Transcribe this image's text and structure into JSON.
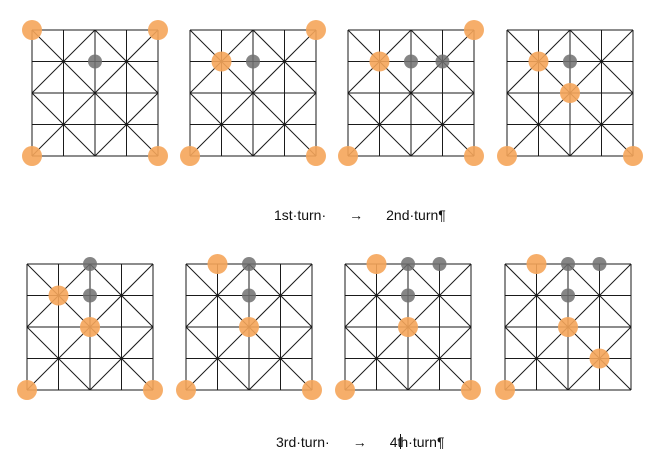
{
  "colors": {
    "orange_piece": "#F5A55A",
    "gray_piece": "#707070",
    "grid_line": "#1a1a1a",
    "text": "#111111"
  },
  "captions": {
    "row1": {
      "left": "1st·turn·",
      "arrow": "→",
      "right": "2nd·turn¶"
    },
    "row2": {
      "left": "3rd·turn·",
      "arrow": "→",
      "right_a": "4t",
      "right_b": "h·turn¶"
    }
  },
  "boards": [
    {
      "orange": [
        [
          0,
          0
        ],
        [
          4,
          0
        ],
        [
          0,
          4
        ],
        [
          4,
          4
        ]
      ],
      "gray": [
        [
          2,
          1
        ]
      ]
    },
    {
      "orange": [
        [
          1,
          1
        ],
        [
          4,
          0
        ],
        [
          0,
          4
        ],
        [
          4,
          4
        ]
      ],
      "gray": [
        [
          2,
          1
        ]
      ]
    },
    {
      "orange": [
        [
          1,
          1
        ],
        [
          4,
          0
        ],
        [
          0,
          4
        ],
        [
          4,
          4
        ]
      ],
      "gray": [
        [
          2,
          1
        ],
        [
          3,
          1
        ]
      ]
    },
    {
      "orange": [
        [
          1,
          1
        ],
        [
          2,
          2
        ],
        [
          0,
          4
        ],
        [
          4,
          4
        ]
      ],
      "gray": [
        [
          2,
          1
        ]
      ]
    },
    {
      "orange": [
        [
          1,
          1
        ],
        [
          2,
          2
        ],
        [
          0,
          4
        ],
        [
          4,
          4
        ]
      ],
      "gray": [
        [
          2,
          0
        ],
        [
          2,
          1
        ]
      ]
    },
    {
      "orange": [
        [
          1,
          0
        ],
        [
          2,
          2
        ],
        [
          0,
          4
        ],
        [
          4,
          4
        ]
      ],
      "gray": [
        [
          2,
          0
        ],
        [
          2,
          1
        ]
      ]
    },
    {
      "orange": [
        [
          1,
          0
        ],
        [
          2,
          2
        ],
        [
          0,
          4
        ],
        [
          4,
          4
        ]
      ],
      "gray": [
        [
          2,
          0
        ],
        [
          3,
          0
        ],
        [
          2,
          1
        ]
      ]
    },
    {
      "orange": [
        [
          1,
          0
        ],
        [
          2,
          2
        ],
        [
          3,
          3
        ],
        [
          0,
          4
        ]
      ],
      "gray": [
        [
          2,
          0
        ],
        [
          3,
          0
        ],
        [
          2,
          1
        ]
      ]
    }
  ]
}
